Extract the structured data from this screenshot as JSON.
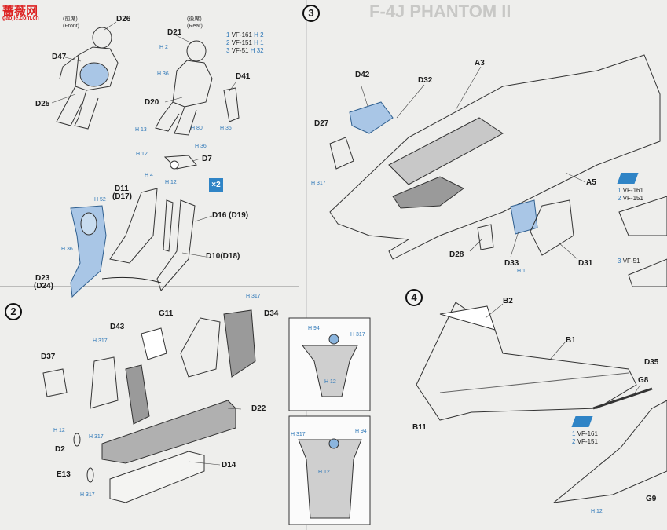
{
  "watermark": {
    "site": "蔷薇网",
    "url": "gaojie.com.cn"
  },
  "header_faint": {
    "title_fragment": "F-4J PHANTOM II"
  },
  "steps": [
    "3",
    "2",
    "4"
  ],
  "multiplier": "×2",
  "pilots": {
    "front": {
      "jp": "(前席)",
      "en": "(Front)"
    },
    "rear": {
      "jp": "(後席)",
      "en": "(Rear)"
    }
  },
  "variants_a": [
    {
      "num": "1",
      "name": "VF-161",
      "h": "H 2"
    },
    {
      "num": "2",
      "name": "VF-151",
      "h": "H 1"
    },
    {
      "num": "3",
      "name": "VF-51",
      "h": "H 32"
    }
  ],
  "variants_b": [
    {
      "num": "1",
      "name": "VF-161"
    },
    {
      "num": "2",
      "name": "VF-151"
    },
    {
      "num": "3",
      "name": "VF-51"
    }
  ],
  "variants_c": [
    {
      "num": "1",
      "name": "VF-161"
    },
    {
      "num": "2",
      "name": "VF-151"
    }
  ],
  "labels": {
    "d26": "D26",
    "d21": "D21",
    "d47": "D47",
    "d25": "D25",
    "d20": "D20",
    "d41": "D41",
    "d7": "D7",
    "d11": "D11",
    "d17": "(D17)",
    "d16": "D16 (D19)",
    "d10": "D10(D18)",
    "d23": "D23",
    "d24": "(D24)",
    "d43": "D43",
    "g11": "G11",
    "d34": "D34",
    "d37": "D37",
    "d22": "D22",
    "d2": "D2",
    "e13": "E13",
    "d14": "D14",
    "d42": "D42",
    "d32": "D32",
    "a3": "A3",
    "d27": "D27",
    "a5": "A5",
    "d28": "D28",
    "d33": "D33",
    "d31": "D31",
    "b2": "B2",
    "b1": "B1",
    "b11": "B11",
    "d35": "D35",
    "g8": "G8",
    "g9": "G9"
  },
  "h_tags": {
    "h2a": "H 2",
    "h36a": "H 36",
    "h13": "H 13",
    "h80": "H 80",
    "h36b": "H 36",
    "h12a": "H 12",
    "h36c": "H 36",
    "h4": "H 4",
    "h12b": "H 12",
    "h52": "H 52",
    "h36d": "H 36",
    "h317a": "H 317",
    "h317b": "H 317",
    "h12c": "H 12",
    "h317c": "H 317",
    "h317d": "H 317",
    "h94a": "H 94",
    "h317e": "H 317",
    "h12d": "H 12",
    "h317f": "H 317",
    "h94b": "H 94",
    "h12e": "H 12",
    "h317g": "H 317",
    "h1": "H 1",
    "h12f": "H 12"
  },
  "colors": {
    "accent_blue": "#2f84c6",
    "part_fill": "#a9c6e6",
    "ink": "#1c1c1c"
  }
}
